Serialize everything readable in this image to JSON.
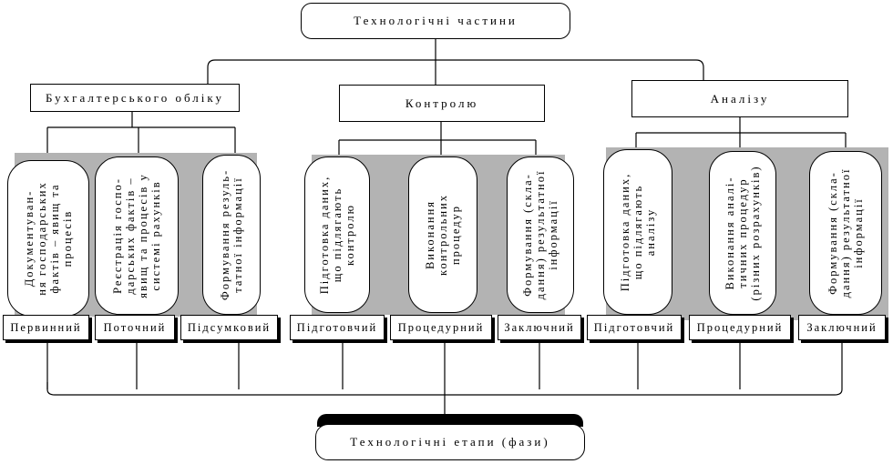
{
  "top_title": "Технологічні частини",
  "bottom_title": "Технологічні етапи (фази)",
  "parts": {
    "accounting": "Бухгалтерського обліку",
    "control": "Контролю",
    "analysis": "Аналізу"
  },
  "procedures": {
    "acc_1": "Документуван-\nня господарських\nфактів – явищ та\nпроцесів",
    "acc_2": "Реєстрація госпо-\nдарських фактів –\nявищ та процесів у\nсистемі рахунків",
    "acc_3": "Формування резуль-\nтатної інформації",
    "ctl_1": "Підготовка даних,\nщо підлягають\nконтролю",
    "ctl_2": "Виконання\nконтрольних\nпроцедур",
    "ctl_3": "Формування (скла-\nдання) результатної\nінформації",
    "an_1": "Підготовка даних,\nщо підлягають\nаналізу",
    "an_2": "Виконання аналі-\nтичних процедур\n(різних розрахунків)",
    "an_3": "Формування (скла-\nдання) результатної\nінформації"
  },
  "phases": {
    "acc_1": "Первинний",
    "acc_2": "Поточний",
    "acc_3": "Підсумковий",
    "ctl_1": "Підготовчий",
    "ctl_2": "Процедурний",
    "ctl_3": "Заключний",
    "an_1": "Підготовчий",
    "an_2": "Процедурний",
    "an_3": "Заключний"
  }
}
